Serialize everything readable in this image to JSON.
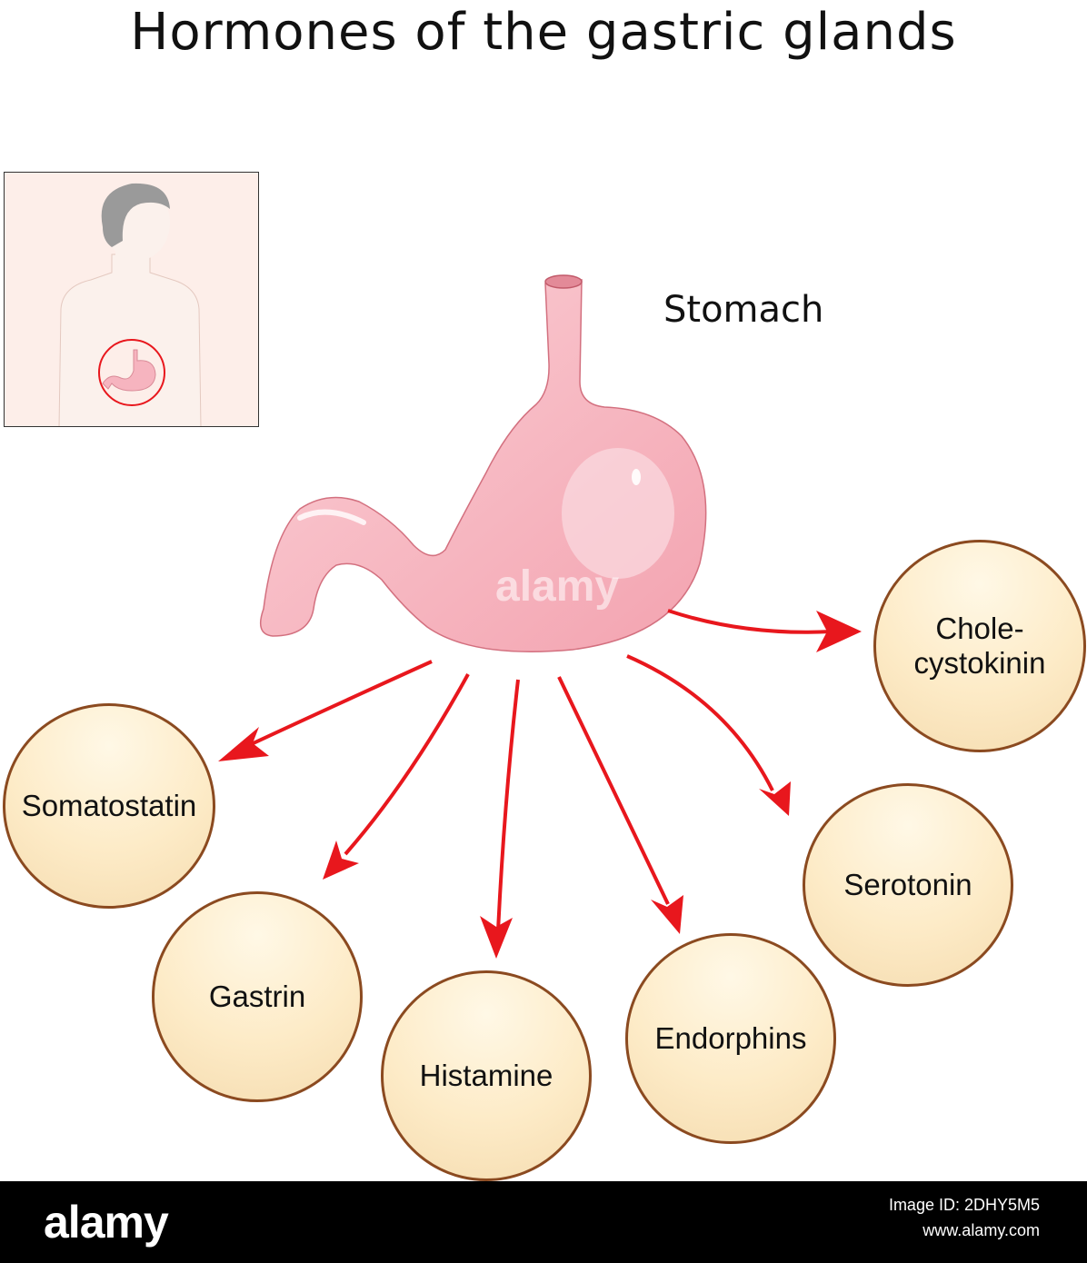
{
  "title": "Hormones of the gastric glands",
  "organ_label": "Stomach",
  "hormones": [
    {
      "label": "Chole-\ncystokinin"
    },
    {
      "label": "Somatostatin"
    },
    {
      "label": "Gastrin"
    },
    {
      "label": "Histamine"
    },
    {
      "label": "Endorphins"
    },
    {
      "label": "Serotonin"
    }
  ],
  "colors": {
    "arrow": "#e8171d",
    "stomach": "#f6b4bf",
    "bubble_fill": "#fdebc7",
    "bubble_border": "#8b4a20",
    "inset_background": "#fdeee9"
  },
  "watermark": "alamy",
  "footer": {
    "logo": "alamy",
    "image_id": "Image ID: 2DHY5M5",
    "site": "www.alamy.com"
  }
}
